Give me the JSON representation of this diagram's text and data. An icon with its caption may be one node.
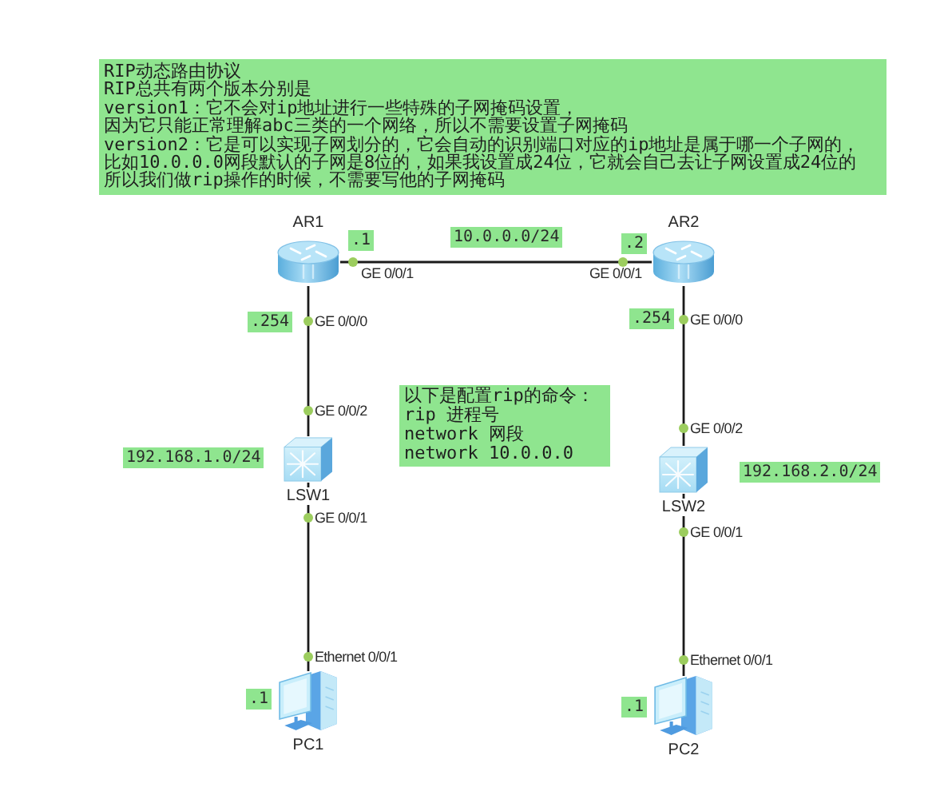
{
  "diagram": {
    "nodes": [
      {
        "text": [],
        "shape": "picture",
        "beside": [
          "AR1"
        ]
      },
      {
        "text": [],
        "shape": "picture",
        "beside": [
          "AR2"
        ]
      },
      {
        "text": [],
        "shape": "picture",
        "beside": [
          "LSW1"
        ]
      },
      {
        "text": [],
        "shape": "picture",
        "beside": [
          "LSW2"
        ]
      },
      {
        "text": [],
        "shape": "picture",
        "beside": [
          "PC1"
        ]
      },
      {
        "text": [],
        "shape": "picture",
        "beside": [
          "PC2"
        ]
      }
    ],
    "edges": [
      {
        "from": 0,
        "to": 1,
        "arrow": "none"
      },
      {
        "from": 0,
        "to": 2,
        "arrow": "none"
      },
      {
        "from": 1,
        "to": 3,
        "arrow": "none"
      },
      {
        "from": 2,
        "to": 4,
        "arrow": "none"
      },
      {
        "from": 3,
        "to": 5,
        "arrow": "none"
      }
    ],
    "labels": [
      "RIP动态路由协议",
      "RIP总共有两个版本分别是",
      "version1：它不会对ip地址进行一些特殊的子网掩码设置，",
      "因为它只能正常理解abc三类的一个网络，所以不需要设置子网掩码",
      "version2：它是可以实现子网划分的，它会自动的识别端口对应的ip地址是属于哪一个子网的，",
      "比如10.0.0.0网段默认的子网是8位的，如果我设置成24位，它就会自己去让子网设置成24位的",
      "所以我们做rip操作的时候，不需要写他的子网掩码",
      ".1",
      "10.0.0.0/24",
      ".2",
      "GE 0/0/1",
      "GE 0/0/1",
      ".254",
      "GE 0/0/0",
      ".254",
      "GE 0/0/0",
      "以下是配置rip的命令：",
      "rip 进程号",
      "network 网段",
      "network 10.0.0.0",
      "GE 0/0/2",
      "GE 0/0/2",
      "192.168.1.0/24",
      "192.168.2.0/24",
      "GE 0/0/1",
      "GE 0/0/1",
      "Ethernet 0/0/1",
      "Ethernet 0/0/1",
      ".1",
      ".1"
    ]
  }
}
